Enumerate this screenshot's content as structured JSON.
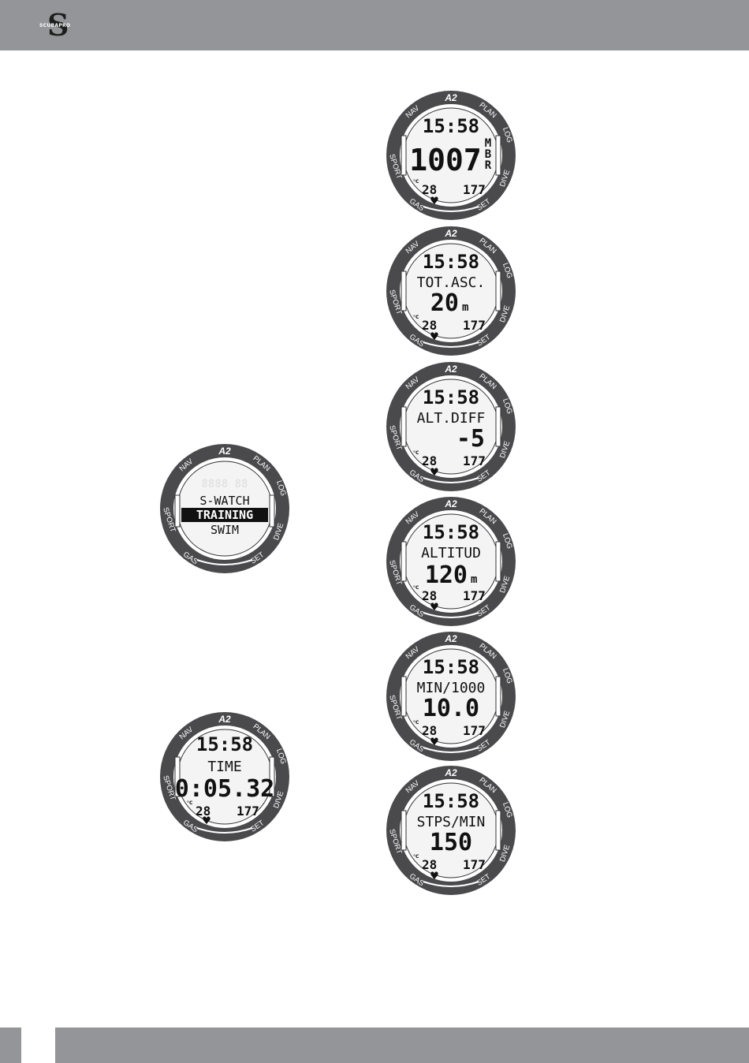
{
  "header": {
    "brand": "SCUBAPRO"
  },
  "bezel": {
    "model": "A2",
    "nav": "NAV",
    "plan": "PLAN",
    "log": "LOG",
    "dive": "DIVE",
    "set": "SET",
    "gas": "GAS",
    "sport": "SPORT"
  },
  "watches": {
    "menu": {
      "option_1": "S-WATCH",
      "option_2": "TRAINING",
      "option_3": "SWIM"
    },
    "stopwatch": {
      "time": "15:58",
      "label": "TIME",
      "value": "0:05.32",
      "temp": "28",
      "heart_rate": "177"
    },
    "pressure": {
      "time": "15:58",
      "value": "1007",
      "unit_1": "M",
      "unit_2": "B",
      "unit_3": "R",
      "temp": "28",
      "heart_rate": "177"
    },
    "total_ascent": {
      "time": "15:58",
      "label": "TOT.ASC.",
      "value": "20",
      "unit": "m",
      "temp": "28",
      "heart_rate": "177"
    },
    "altitude_diff": {
      "time": "15:58",
      "label": "ALT.DIFF",
      "value": "-5",
      "temp": "28",
      "heart_rate": "177"
    },
    "altitude": {
      "time": "15:58",
      "label": "ALTITUD",
      "value": "120",
      "unit": "m",
      "temp": "28",
      "heart_rate": "177"
    },
    "pace": {
      "time": "15:58",
      "label": "MIN/1000",
      "value": "10.0",
      "temp": "28",
      "heart_rate": "177"
    },
    "cadence": {
      "time": "15:58",
      "label": "STPS/MIN",
      "value": "150",
      "temp": "28",
      "heart_rate": "177"
    }
  }
}
